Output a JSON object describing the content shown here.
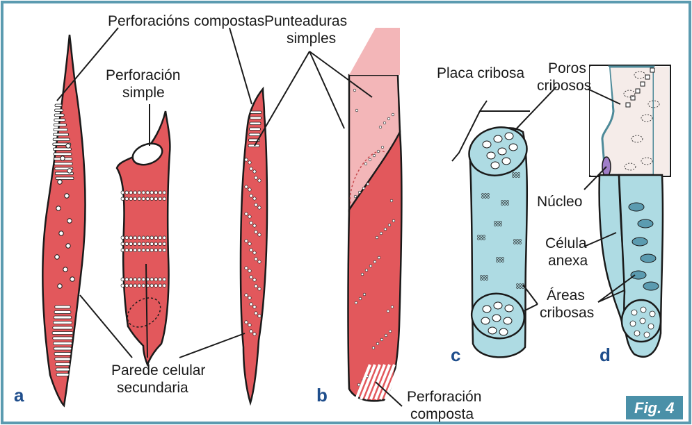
{
  "labels": {
    "perforacions_compostas": "Perforacións compostas",
    "perforacion_simple_1": "Perforación",
    "perforacion_simple_2": "simple",
    "punteaduras_1": "Punteaduras",
    "punteaduras_2": "simples",
    "parede_1": "Parede celular",
    "parede_2": "secundaria",
    "perforacion_composta_1": "Perforación",
    "perforacion_composta_2": "composta",
    "placa_cribosa": "Placa cribosa",
    "poros_1": "Poros",
    "poros_2": "cribosos",
    "nucleo": "Núcleo",
    "celula_1": "Célula",
    "celula_2": "anexa",
    "areas_1": "Áreas",
    "areas_2": "cribosas"
  },
  "panels": {
    "a": "a",
    "b": "b",
    "c": "c",
    "d": "d"
  },
  "figure_badge": "Fig. 4",
  "colors": {
    "frame": "#5b9bb0",
    "xylem": "#e2585c",
    "xylem_light": "#f3b6b8",
    "phloem": "#aedbe3",
    "panel_label": "#1f4e8c",
    "badge": "#4a90a8"
  }
}
